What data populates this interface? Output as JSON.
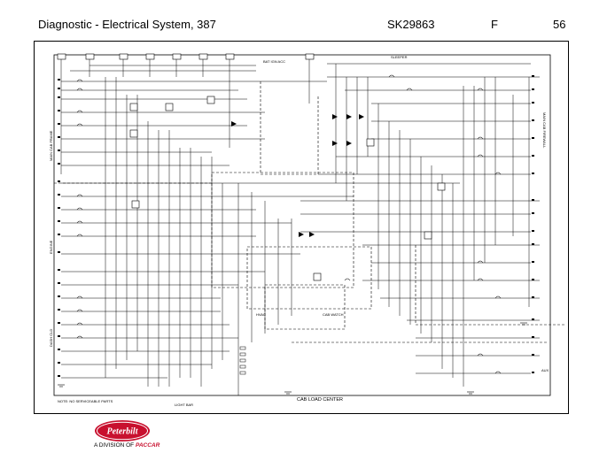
{
  "header": {
    "title": "Diagnostic - Electrical System, 387",
    "doc_number": "SK29863",
    "revision": "F",
    "page_number": "56"
  },
  "diagram": {
    "labels": {
      "bat_ign_acc": "BAT IGN ACC",
      "sleeper": "SLEEPER",
      "main_cab_firewall": "MAIN CAB FIREWALL",
      "main_cab_frame": "MAIN CAB FRAME",
      "engine": "ENGINE",
      "dash_cld": "DASH CLD",
      "hvac": "HVAC",
      "cab_watch": "CAB WATCH",
      "light_bar": "LIGHT BAR",
      "cab_load_center": "CAB LOAD CENTER",
      "note": "NOTE: NO SERVICEABLE PARTS",
      "aux": "AUX"
    },
    "colors": {
      "line": "#000000",
      "logo": "#c8102e"
    }
  },
  "footer": {
    "logo_text": "Peterbilt",
    "logo_sub_prefix": "A DIVISION OF",
    "logo_sub_brand": "PACCAR"
  }
}
